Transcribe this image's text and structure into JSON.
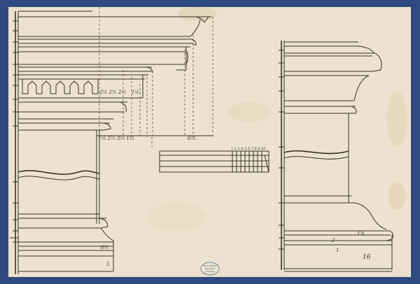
{
  "colors": {
    "mount": "#2e4a80",
    "paper": "#ece2cf",
    "ink": "#3b3128",
    "stain": "#d9c6a3"
  },
  "annotations": {
    "left_dims_row1": "2½ 2½ 2½",
    "left_dims_row1b": "1½",
    "left_baseline_dims": "1⅔   2⅔  3⅔ 1⅔",
    "left_baseline_end": "6⅔",
    "left_base_mark": "6½",
    "left_bottom_mark": "5",
    "right_mark_a": "1¾",
    "right_mark_b": "2",
    "right_mark_c": "1",
    "right_bottom_mark": "16",
    "scale_numbers": "1 2 3 4 5 6 7 8 9 10"
  },
  "stamp": {
    "line1": "BIBLIOTHEQUE",
    "line2": "NATIONALE",
    "line3": "ESTAMPES"
  }
}
